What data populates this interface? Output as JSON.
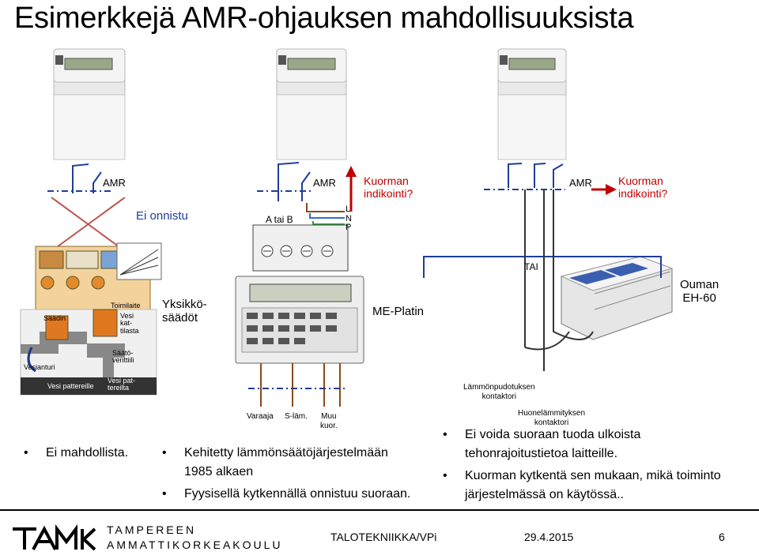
{
  "title": "Esimerkkejä AMR-ohjauksen mahdollisuuksista",
  "diagram": {
    "amr_1": "AMR",
    "amr_2": "AMR",
    "amr_3": "AMR",
    "ei_onnistu": "Ei onnistu",
    "a_tai_b": "A tai B",
    "kuorman_indikointi_1": "Kuorman\nindikointi?",
    "kuorman_indikointi_2": "Kuorman\nindikointi?",
    "lnp": "L\nN\nP",
    "yksikkosaadot": "Yksikkö-\nsäädöt",
    "me_platin": "ME-Platin",
    "tai": "TAI",
    "ouman": "Ouman\nEH-60",
    "lammonpudotuksen": "Lämmönpudotuksen\nkontaktori",
    "huonelammityksen": "Huonelämmityksen\nkontaktori",
    "varaaja": "Varaaja",
    "s_lam": "S-läm.",
    "muu_kuor": "Muu\nkuor.",
    "saadin": "Säädin",
    "toimilaite": "Toimilaite",
    "vesi_kattilasta": "Vesi\nkat-\ntilasta",
    "saatoventtiili": "Säätö-\nventtiili",
    "vesianturi": "Vesianturi",
    "vesi_pattereille": "Vesi pattereille",
    "vesi_pattereilta": "Vesi pat-\ntereilta"
  },
  "bullets": {
    "left": "Ei mahdollista.",
    "middle": [
      "Kehitetty lämmönsäätöjärjestelmään\n1985 alkaen",
      "Fyysisellä kytkennällä onnistuu suoraan."
    ],
    "right": [
      "Ei voida suoraan tuoda ulkoista\ntehonrajoitustietoa laitteille.",
      "Kuorman kytkentä sen mukaan, mikä toiminto\njärjestelmässä on käytössä.."
    ]
  },
  "footer": {
    "logo_line1": "TAMPEREEN",
    "logo_line2": "AMMATTIKORKEAKOULU",
    "author": "TALOTEKNIIKKA/VPi",
    "date": "29.4.2015",
    "page": "6"
  },
  "colors": {
    "line_blue": "#1f3d9a",
    "wire_brown": "#8a4a1a",
    "wire_blue": "#2e6fd8",
    "wire_green": "#2f9a3a",
    "cross_red": "#c0504d",
    "text_red": "#c00000"
  }
}
